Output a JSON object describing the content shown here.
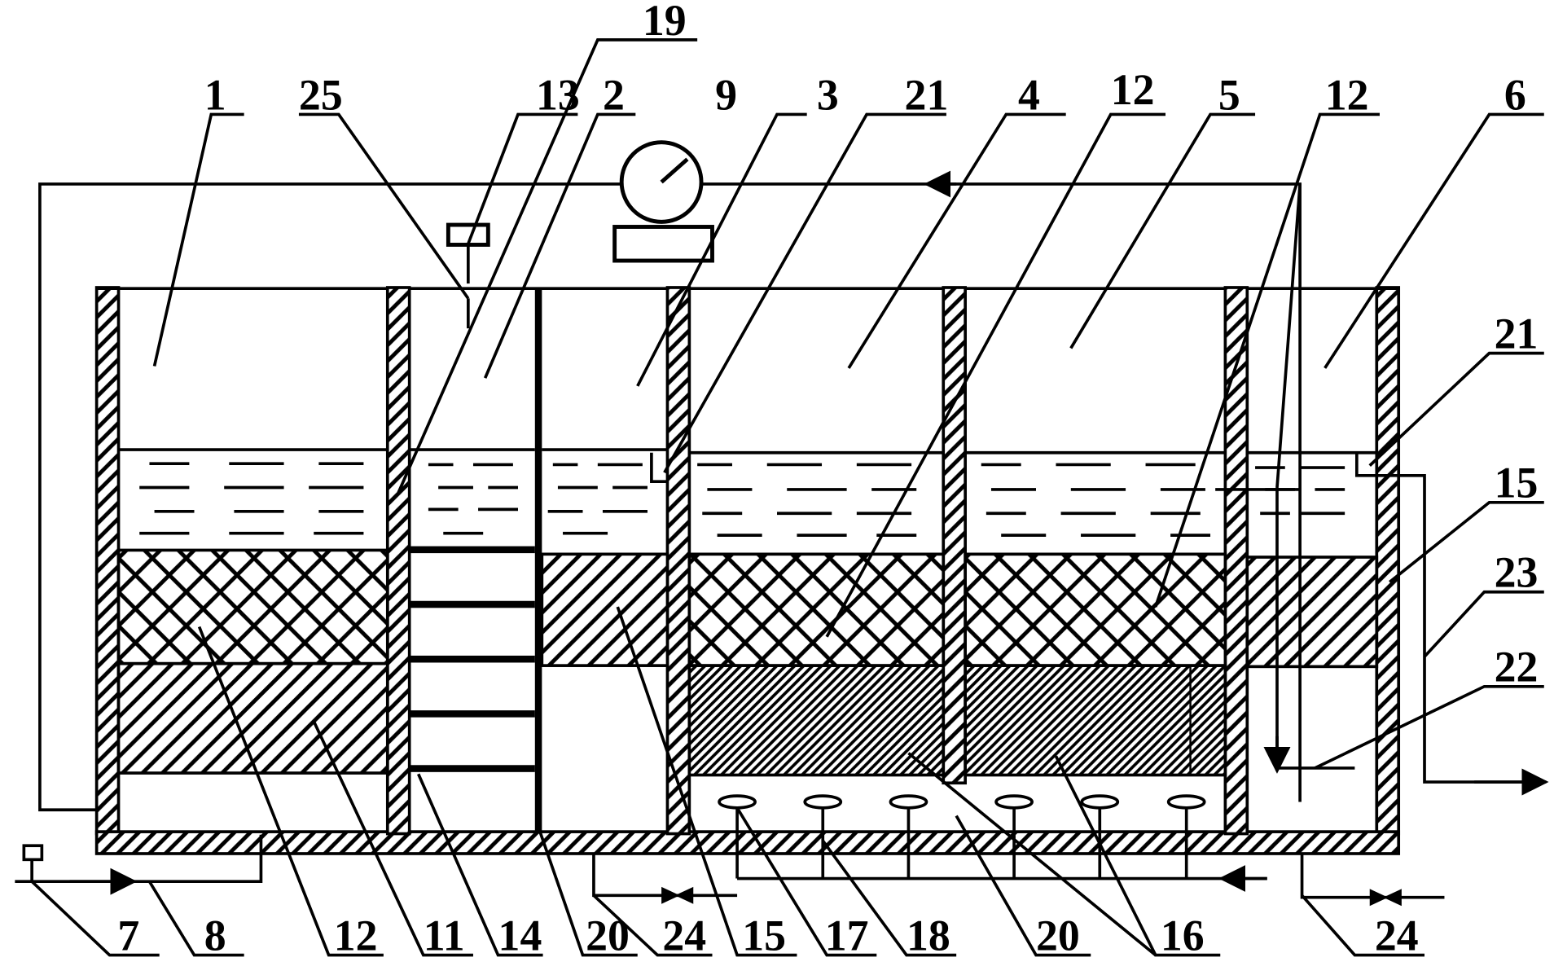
{
  "diagram": {
    "labels": {
      "l1": "1",
      "l2": "2",
      "l3": "3",
      "l4": "4",
      "l5": "5",
      "l6": "6",
      "l7": "7",
      "l8": "8",
      "l9": "9",
      "l11": "11",
      "l12a": "12",
      "l12b": "12",
      "l12c": "12",
      "l13": "13",
      "l14": "14",
      "l15a": "15",
      "l15b": "15",
      "l16": "16",
      "l17": "17",
      "l18": "18",
      "l19": "19",
      "l20a": "20",
      "l20b": "20",
      "l21a": "21",
      "l21b": "21",
      "l22": "22",
      "l23": "23",
      "l24a": "24",
      "l24b": "24",
      "l25": "25"
    },
    "colors": {
      "ink": "#000000",
      "paper": "#ffffff"
    }
  }
}
